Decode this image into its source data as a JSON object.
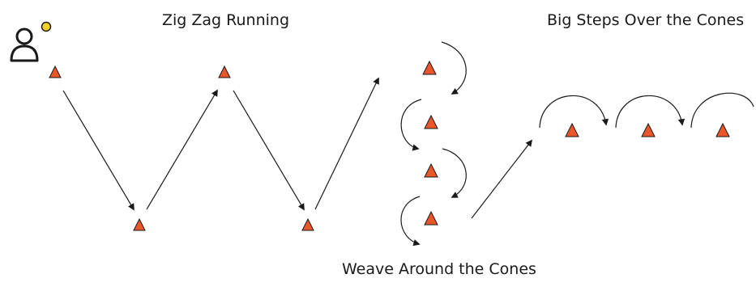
{
  "sections": {
    "zigzag": {
      "title": "Zig Zag Running"
    },
    "big_steps": {
      "title": "Big Steps Over the Cones"
    },
    "weave": {
      "title": "Weave Around the Cones"
    }
  },
  "icons": {
    "person": "person-icon",
    "ball": "ball-icon",
    "cone": "cone-icon",
    "arrow": "arrow-icon"
  },
  "colors": {
    "cone": "#e8562a",
    "ball": "#f3d024",
    "line": "#1a1a1a",
    "background": "#ffffff"
  }
}
